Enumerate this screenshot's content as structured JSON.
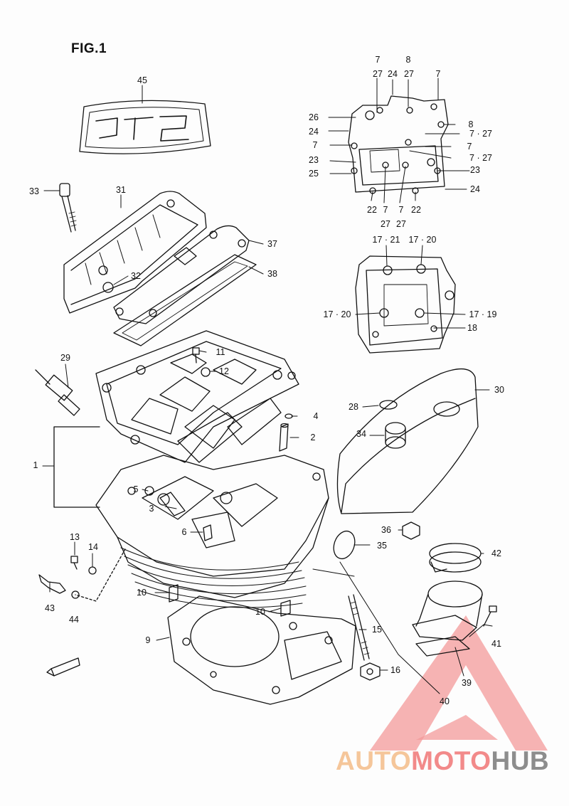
{
  "figure": {
    "title": "FIG.1"
  },
  "callouts": [
    {
      "id": "45",
      "text": "45"
    },
    {
      "id": "33",
      "text": "33"
    },
    {
      "id": "31",
      "text": "31"
    },
    {
      "id": "37",
      "text": "37"
    },
    {
      "id": "32",
      "text": "32"
    },
    {
      "id": "38",
      "text": "38"
    },
    {
      "id": "29",
      "text": "29"
    },
    {
      "id": "11",
      "text": "11"
    },
    {
      "id": "12",
      "text": "12"
    },
    {
      "id": "4",
      "text": "4"
    },
    {
      "id": "2",
      "text": "2"
    },
    {
      "id": "1",
      "text": "1"
    },
    {
      "id": "5",
      "text": "5"
    },
    {
      "id": "3",
      "text": "3"
    },
    {
      "id": "6",
      "text": "6"
    },
    {
      "id": "13",
      "text": "13"
    },
    {
      "id": "14",
      "text": "14"
    },
    {
      "id": "43",
      "text": "43"
    },
    {
      "id": "44",
      "text": "44"
    },
    {
      "id": "10a",
      "text": "10"
    },
    {
      "id": "10b",
      "text": "10"
    },
    {
      "id": "9",
      "text": "9"
    },
    {
      "id": "15",
      "text": "15"
    },
    {
      "id": "16",
      "text": "16"
    },
    {
      "id": "40",
      "text": "40"
    },
    {
      "id": "39",
      "text": "39"
    },
    {
      "id": "41",
      "text": "41"
    },
    {
      "id": "42",
      "text": "42"
    },
    {
      "id": "35",
      "text": "35"
    },
    {
      "id": "36",
      "text": "36"
    },
    {
      "id": "34",
      "text": "34"
    },
    {
      "id": "28",
      "text": "28"
    },
    {
      "id": "30",
      "text": "30"
    },
    {
      "id": "t1",
      "text": "7"
    },
    {
      "id": "t2",
      "text": "27"
    },
    {
      "id": "t3",
      "text": "8"
    },
    {
      "id": "t4",
      "text": "24"
    },
    {
      "id": "t5",
      "text": "27"
    },
    {
      "id": "t6",
      "text": "7"
    },
    {
      "id": "t7",
      "text": "26"
    },
    {
      "id": "t8",
      "text": "8"
    },
    {
      "id": "t9",
      "text": "24"
    },
    {
      "id": "t10",
      "text": "7 · 27"
    },
    {
      "id": "t11",
      "text": "7"
    },
    {
      "id": "t12",
      "text": "7"
    },
    {
      "id": "t13",
      "text": "7 · 27"
    },
    {
      "id": "t14",
      "text": "23"
    },
    {
      "id": "t15",
      "text": "23"
    },
    {
      "id": "t16",
      "text": "25"
    },
    {
      "id": "t17",
      "text": "24"
    },
    {
      "id": "t18",
      "text": "22"
    },
    {
      "id": "t19",
      "text": "7"
    },
    {
      "id": "t20",
      "text": "7"
    },
    {
      "id": "t21",
      "text": "22"
    },
    {
      "id": "t22",
      "text": "27"
    },
    {
      "id": "t23",
      "text": "27"
    },
    {
      "id": "b1",
      "text": "17 · 21"
    },
    {
      "id": "b2",
      "text": "17 · 20"
    },
    {
      "id": "b3",
      "text": "17 · 20"
    },
    {
      "id": "b4",
      "text": "17 · 19"
    },
    {
      "id": "b5",
      "text": "18"
    }
  ],
  "watermark": {
    "part1": "AUTO",
    "part2": "MOTO",
    "part3": "HUB",
    "color1": "#f5c69a",
    "color2": "#f28a8a",
    "color3": "#8d8d8d",
    "triangle_color": "#f08a8a"
  },
  "colors": {
    "ink": "#111111",
    "paper": "#fdfdfd"
  }
}
